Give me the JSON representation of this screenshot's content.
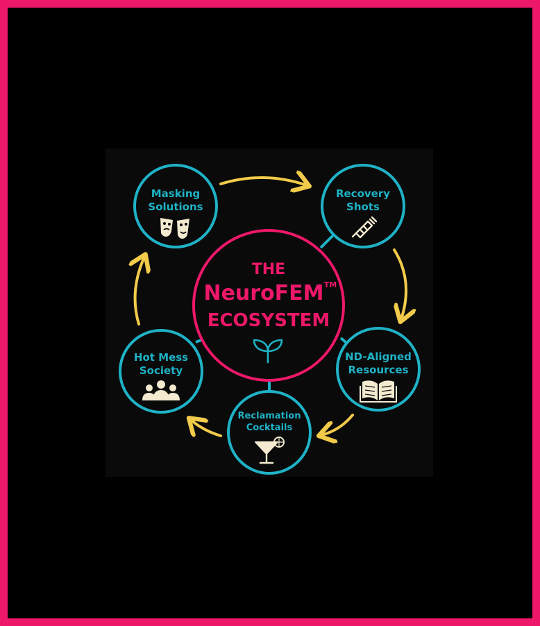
{
  "diagram": {
    "center": {
      "line1": "THE",
      "line2": "NeuroFEM",
      "trademark": "TM",
      "line3": "ECOSYSTEM",
      "icon": "sprout-icon"
    },
    "nodes": [
      {
        "id": "masking",
        "line1": "Masking",
        "line2": "Solutions",
        "icon": "theater-masks-icon"
      },
      {
        "id": "recovery",
        "line1": "Recovery",
        "line2": "Shots",
        "icon": "syringe-icon"
      },
      {
        "id": "nd",
        "line1": "ND-Aligned",
        "line2": "Resources",
        "icon": "open-book-icon"
      },
      {
        "id": "reclamation",
        "line1": "Reclamation",
        "line2": "Cocktails",
        "icon": "cocktail-icon"
      },
      {
        "id": "hotmess",
        "line1": "Hot Mess",
        "line2": "Society",
        "icon": "people-group-icon"
      }
    ],
    "colors": {
      "frame": "#ed1869",
      "center_ring": "#ed1869",
      "node_ring": "#1fb2c6",
      "arrow": "#f2cb4a",
      "icon": "#f3ead0"
    }
  }
}
